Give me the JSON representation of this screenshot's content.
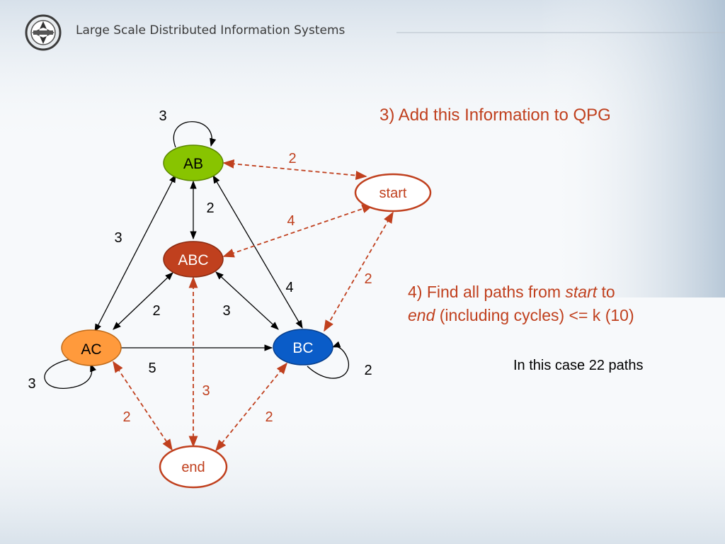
{
  "header": {
    "title": "Large Scale Distributed Information Systems",
    "logo_icon": "ldis-compass-logo-icon"
  },
  "colors": {
    "accent_red": "#c0401e",
    "node_ab": "#88c400",
    "node_abc": "#c0401e",
    "node_ac": "#ff9a3c",
    "node_bc": "#0a5cc8"
  },
  "diagram": {
    "nodes": {
      "ab": "AB",
      "abc": "ABC",
      "ac": "AC",
      "bc": "BC",
      "start": "start",
      "end": "end"
    },
    "weights": {
      "ab_loop": "3",
      "ac_loop": "3",
      "bc_loop": "2",
      "ab_abc": "2",
      "ab_ac": "3",
      "ab_bc": "4",
      "abc_ac": "2",
      "abc_bc": "3",
      "ac_bc": "5",
      "ab_start": "2",
      "abc_start": "4",
      "bc_start": "2",
      "abc_end": "3",
      "ac_end": "2",
      "bc_end": "2"
    }
  },
  "text": {
    "step3": "3) Add this Information to QPG",
    "step4_prefix": "4) Find all paths from ",
    "step4_start": "start",
    "step4_to": " to",
    "step4_end": "end",
    "step4_rest": " (including cycles) <= k (10)",
    "summary": "In this case 22 paths"
  }
}
